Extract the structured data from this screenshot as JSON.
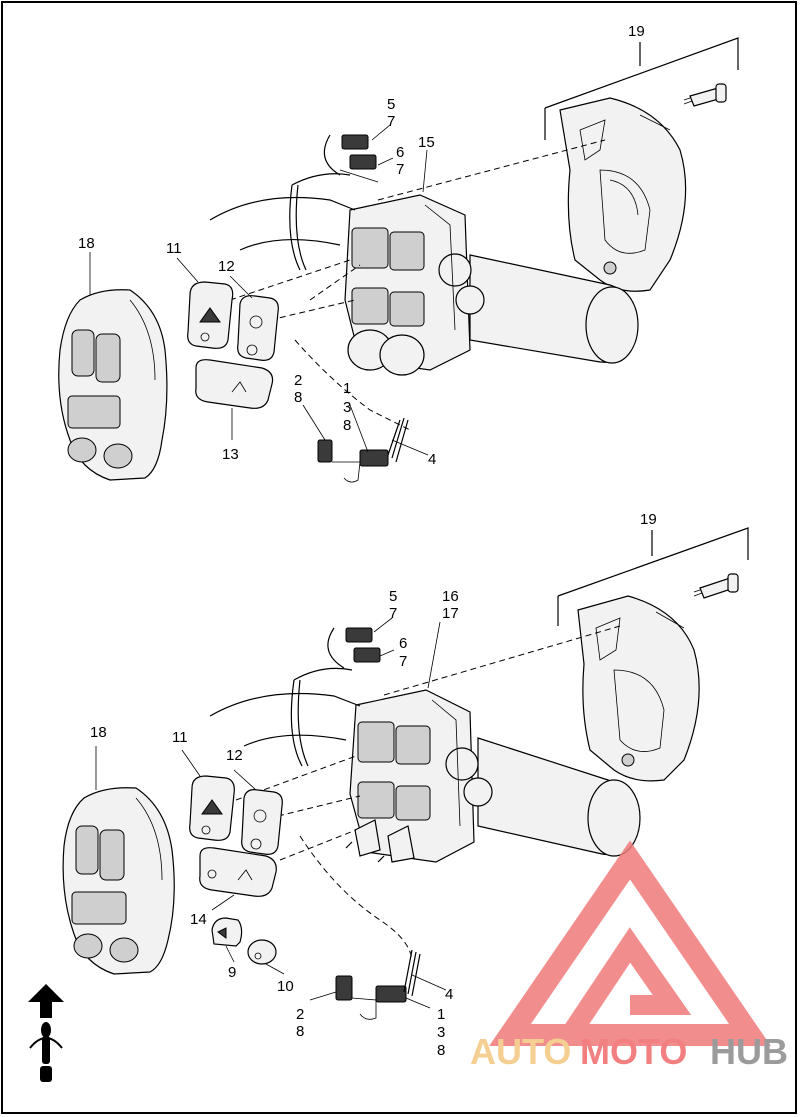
{
  "figure": {
    "top_view": {
      "callouts": [
        "19",
        "5",
        "7",
        "15",
        "6",
        "7",
        "18",
        "11",
        "12",
        "2",
        "8",
        "1",
        "3",
        "8",
        "13",
        "4"
      ]
    },
    "bottom_view": {
      "callouts": [
        "19",
        "5",
        "7",
        "16",
        "17",
        "6",
        "7",
        "18",
        "11",
        "12",
        "14",
        "9",
        "10",
        "4",
        "2",
        "8",
        "1",
        "3",
        "8"
      ]
    }
  },
  "watermark": {
    "part1": "AUTO",
    "part2": "MOTO",
    "part3": "HUB",
    "color_light": "#f4c77f",
    "color_red": "#f06a6a",
    "color_gray": "#8a8a8a"
  },
  "icons": [
    "forward-arrow-icon",
    "rider-icon"
  ]
}
